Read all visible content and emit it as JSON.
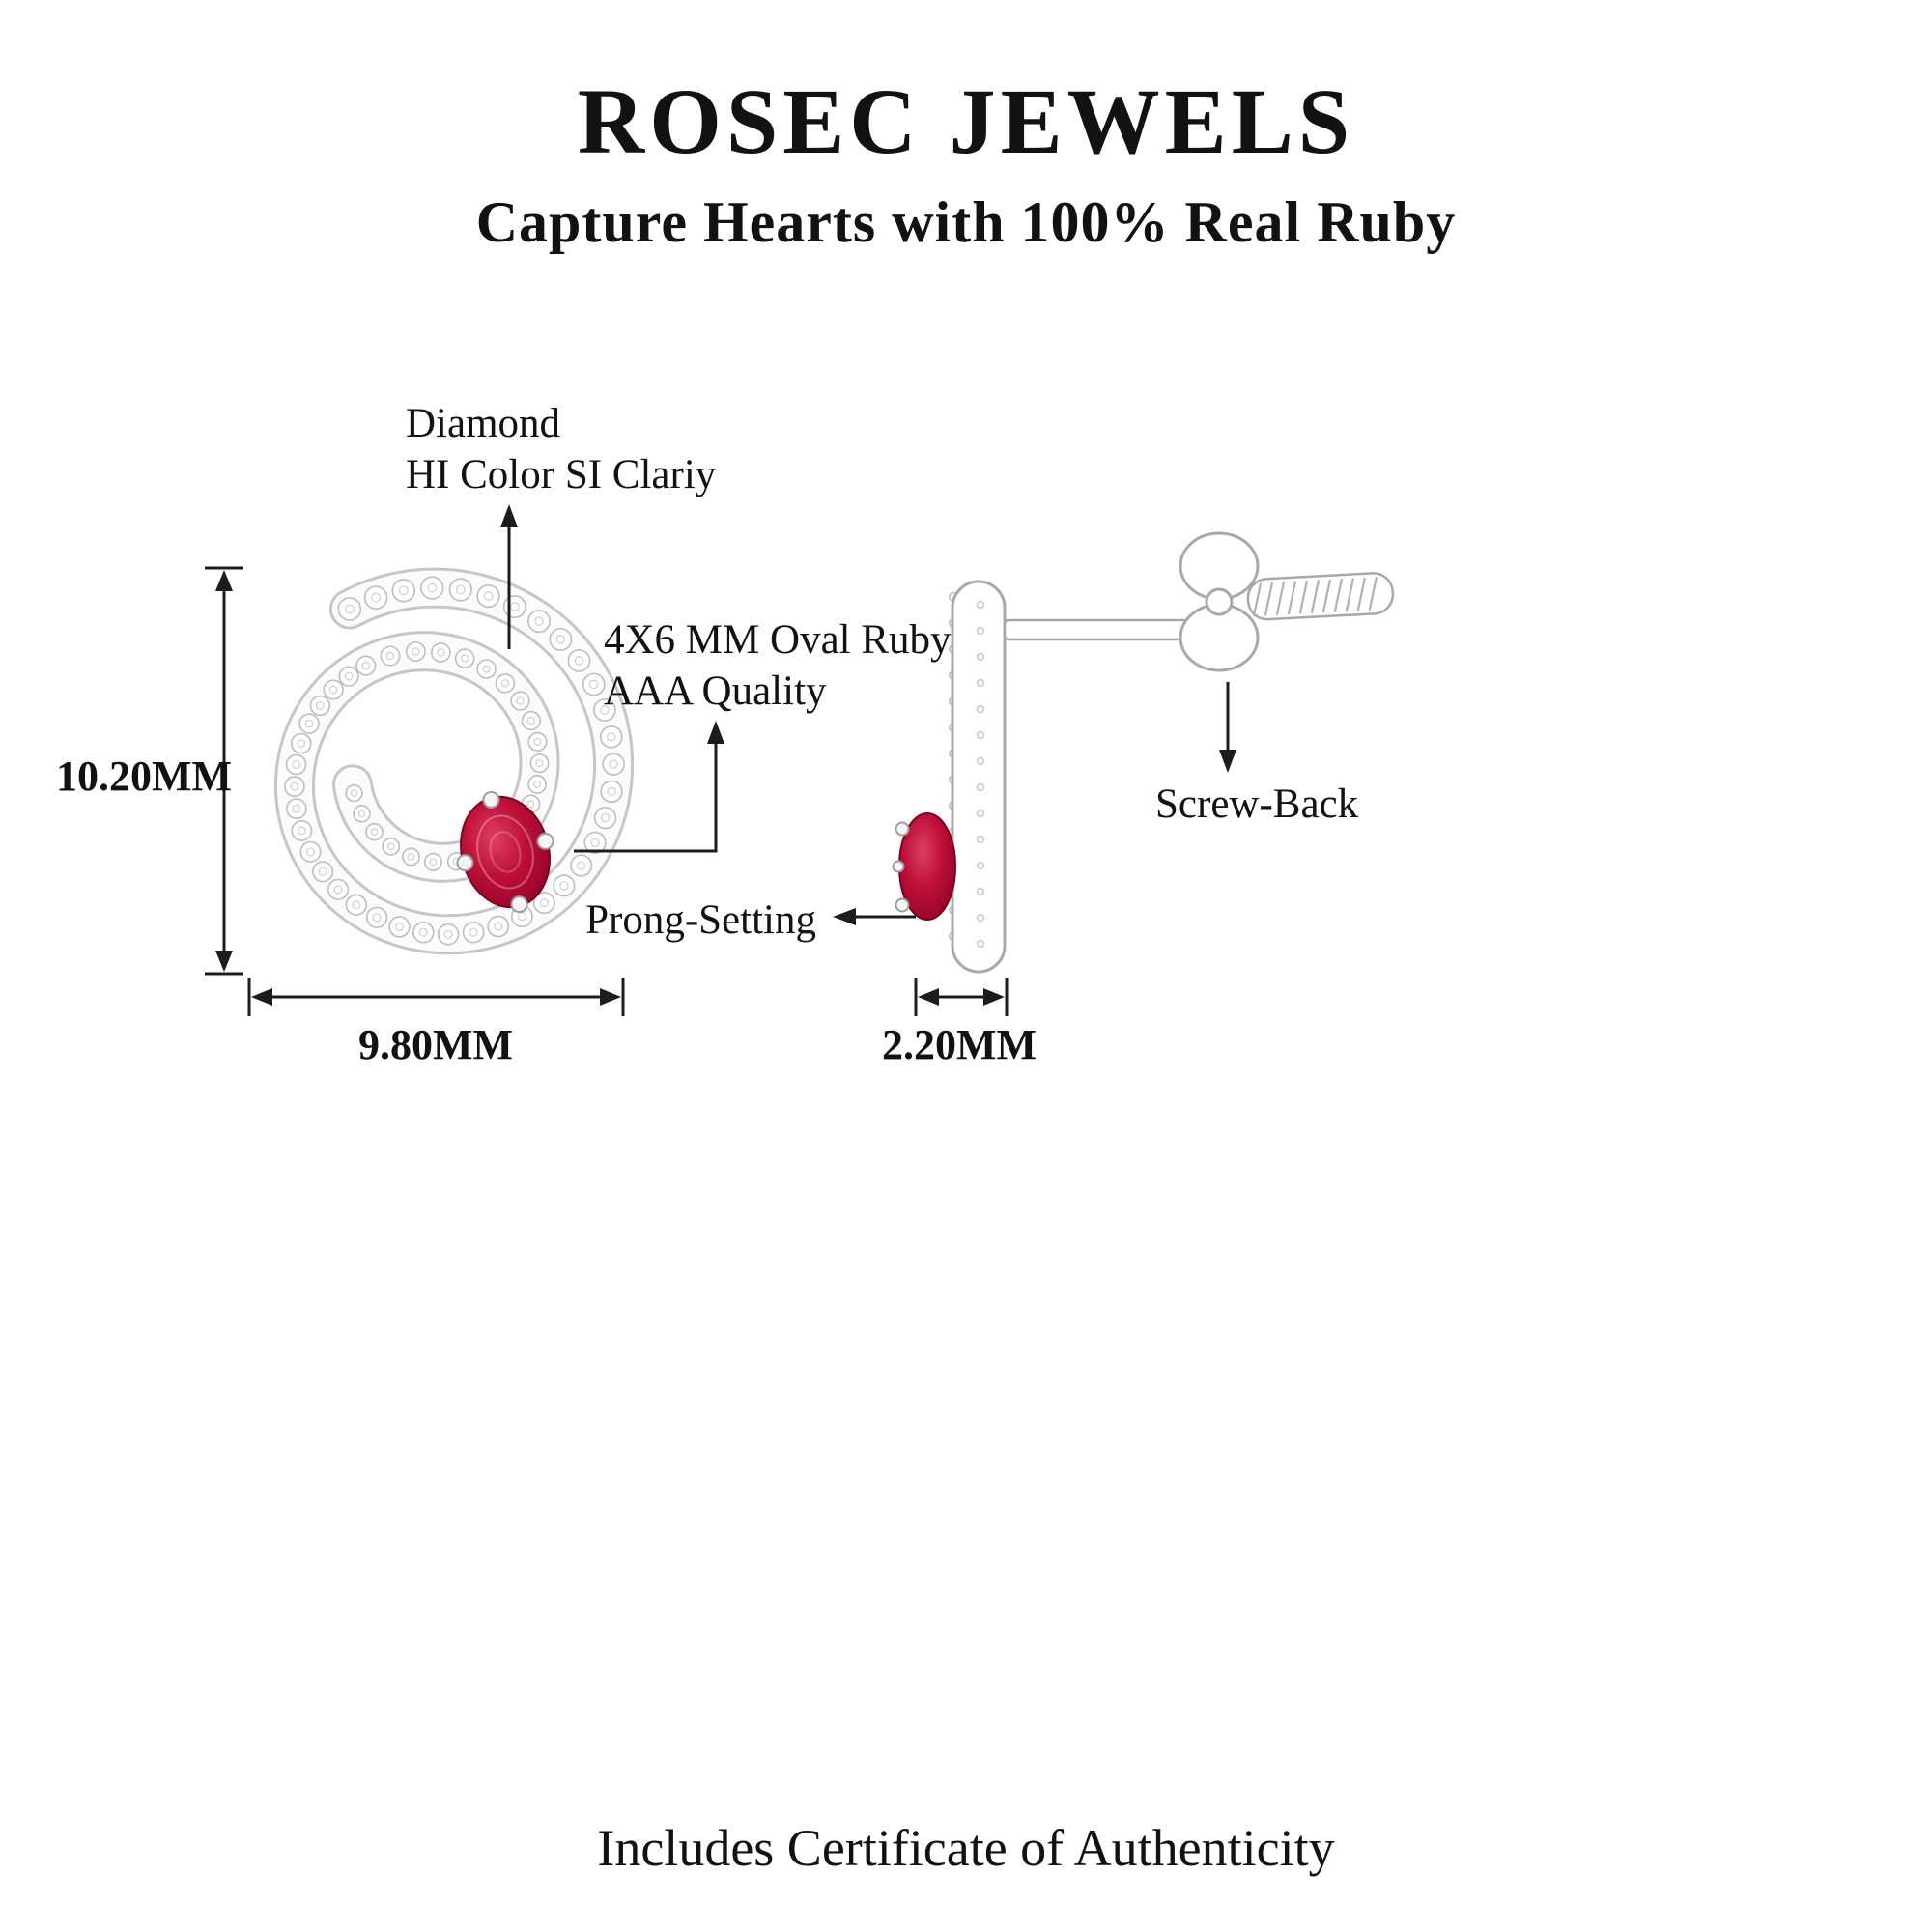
{
  "header": {
    "title": "ROSEC JEWELS",
    "subtitle": "Capture Hearts with 100% Real Ruby"
  },
  "annotations": {
    "diamond_line1": "Diamond",
    "diamond_line2": "HI Color SI Clariy",
    "ruby_line1": "4X6 MM Oval Ruby",
    "ruby_line2": "AAA Quality",
    "prong": "Prong-Setting",
    "screw_back": "Screw-Back"
  },
  "dimensions": {
    "height": "10.20MM",
    "width": "9.80MM",
    "depth": "2.20MM"
  },
  "footer": {
    "note": "Includes Certificate of Authenticity"
  },
  "colors": {
    "ruby": "#b00a31",
    "ruby_dark": "#7c021d",
    "metal": "#a8a8a8",
    "diamond_edge": "#bdbdbd",
    "line": "#1c1c1c",
    "background": "#ffffff",
    "text": "#121212"
  }
}
